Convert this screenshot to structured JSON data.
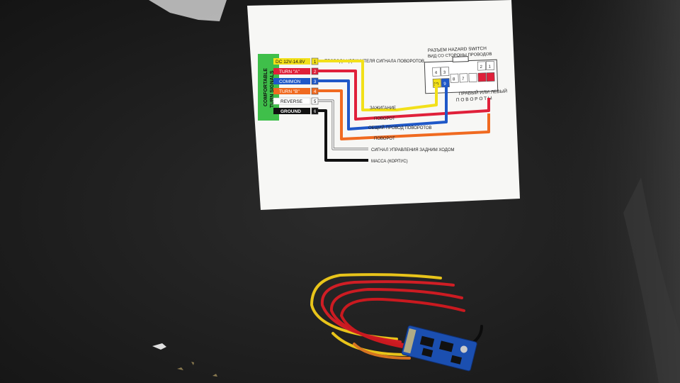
{
  "paper": {
    "side_label_line1": "COMFORTABLE",
    "side_label_line2": "TURN SIGNALS",
    "pins": [
      {
        "label": "DC 12V-14.8V",
        "num": "1",
        "color": "#f2e01a"
      },
      {
        "label": "TURN \"A\"",
        "num": "2",
        "color": "#e0203a"
      },
      {
        "label": "COMMON",
        "num": "3",
        "color": "#1f58c8"
      },
      {
        "label": "TURN \"B\"",
        "num": "4",
        "color": "#f06a20"
      },
      {
        "label": "REVERSE",
        "num": "5",
        "color": "#ffffff"
      },
      {
        "label": "GROUND",
        "num": "6",
        "color": "#111111"
      }
    ],
    "top_caption": "ПРОВОДА УДЛИНИТЕЛЯ СИГНАЛА ПОВОРОТОВ",
    "connector_title": "РАЗЪЕМ HAZARD SWITCH",
    "connector_subtitle": "ВИД СО СТОРОНЫ ПРОВОДОВ",
    "connector_pins_top": [
      "4",
      "3",
      "",
      "",
      "2",
      "1"
    ],
    "connector_pins_bottom": [
      "10",
      "9",
      "8",
      "7",
      "",
      ""
    ],
    "right_caption_1": "ПРАВЫЙ ИЛИ ЛЕВЫЙ",
    "right_caption_2": "П О В О Р О Т Ы",
    "wire_labels": [
      "ЗАЖИГАНИЕ",
      "ПОВОРОТ",
      "ОБЩИЙ ПРОВОД ПОВОРОТОВ",
      "ПОВОРОТ",
      "СИГНАЛ УПРАВЛЕНИЯ ЗАДНИМ ХОДОМ",
      "МАССА (КОРПУС)"
    ]
  },
  "colors": {
    "surface": "#1e1e1e",
    "paper": "#f7f7f5",
    "green_block": "#3fbf4a",
    "module_board": "#1b4fb0"
  }
}
